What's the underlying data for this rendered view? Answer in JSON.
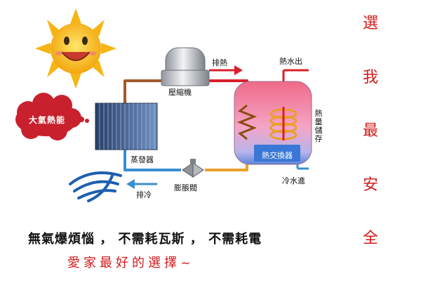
{
  "diagram": {
    "cloud_label": "大氣熱能",
    "compressor": "壓縮機",
    "discharge_heat": "排熱",
    "hot_water_out": "熱水出",
    "heat_storage": [
      "熱",
      "量",
      "儲",
      "存"
    ],
    "heat_exchanger": "熱交換器",
    "evaporator": "蒸發器",
    "expansion_valve": "膨脹閥",
    "discharge_cold": "排冷",
    "cold_water_in": "冷水進"
  },
  "vertical_slogan": [
    "選",
    "我",
    "最",
    "安",
    "全"
  ],
  "slogan_line1": "無氣爆煩惱 ， 不需耗瓦斯 ， 不需耗電",
  "slogan_line2": "愛家最好的選擇~",
  "colors": {
    "accent_red": "#d31b1b",
    "pipe_hot": "#d8202b",
    "pipe_warm": "#e9a02a",
    "pipe_cold": "#3a8fd0",
    "pipe_gray": "#a35a2c",
    "sun": "#f6c11a",
    "cloud": "#c8202d"
  }
}
